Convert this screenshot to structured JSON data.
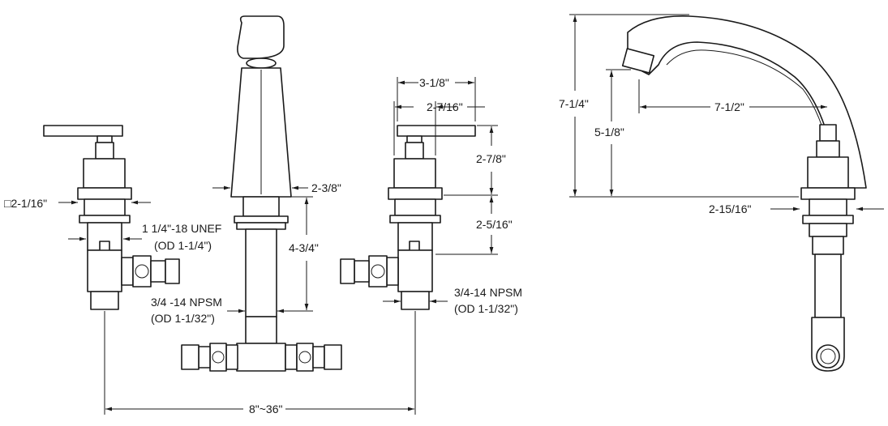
{
  "dimensions": {
    "lever_square": "□2-1/16\"",
    "unef_thread": "1 1/4\"-18 UNEF",
    "unef_od": "(OD 1-1/4\")",
    "npsm_left": "3/4 -14 NPSM",
    "npsm_left_od": "(OD 1-1/32\")",
    "npsm_right": "3/4-14 NPSM",
    "npsm_right_od": "(OD 1-1/32\")",
    "spread": "8\"~36\"",
    "spout_base": "2-3/8\"",
    "shank_length": "4-3/4\"",
    "handle_width": "3-1/8\"",
    "handle_inner": "2-7/16\"",
    "handle_height": "2-7/8\"",
    "handle_shank": "2-5/16\"",
    "spout_height": "7-1/4\"",
    "spout_clearance": "5-1/8\"",
    "spout_reach": "7-1/2\"",
    "spout_base_side": "2-15/16\""
  }
}
